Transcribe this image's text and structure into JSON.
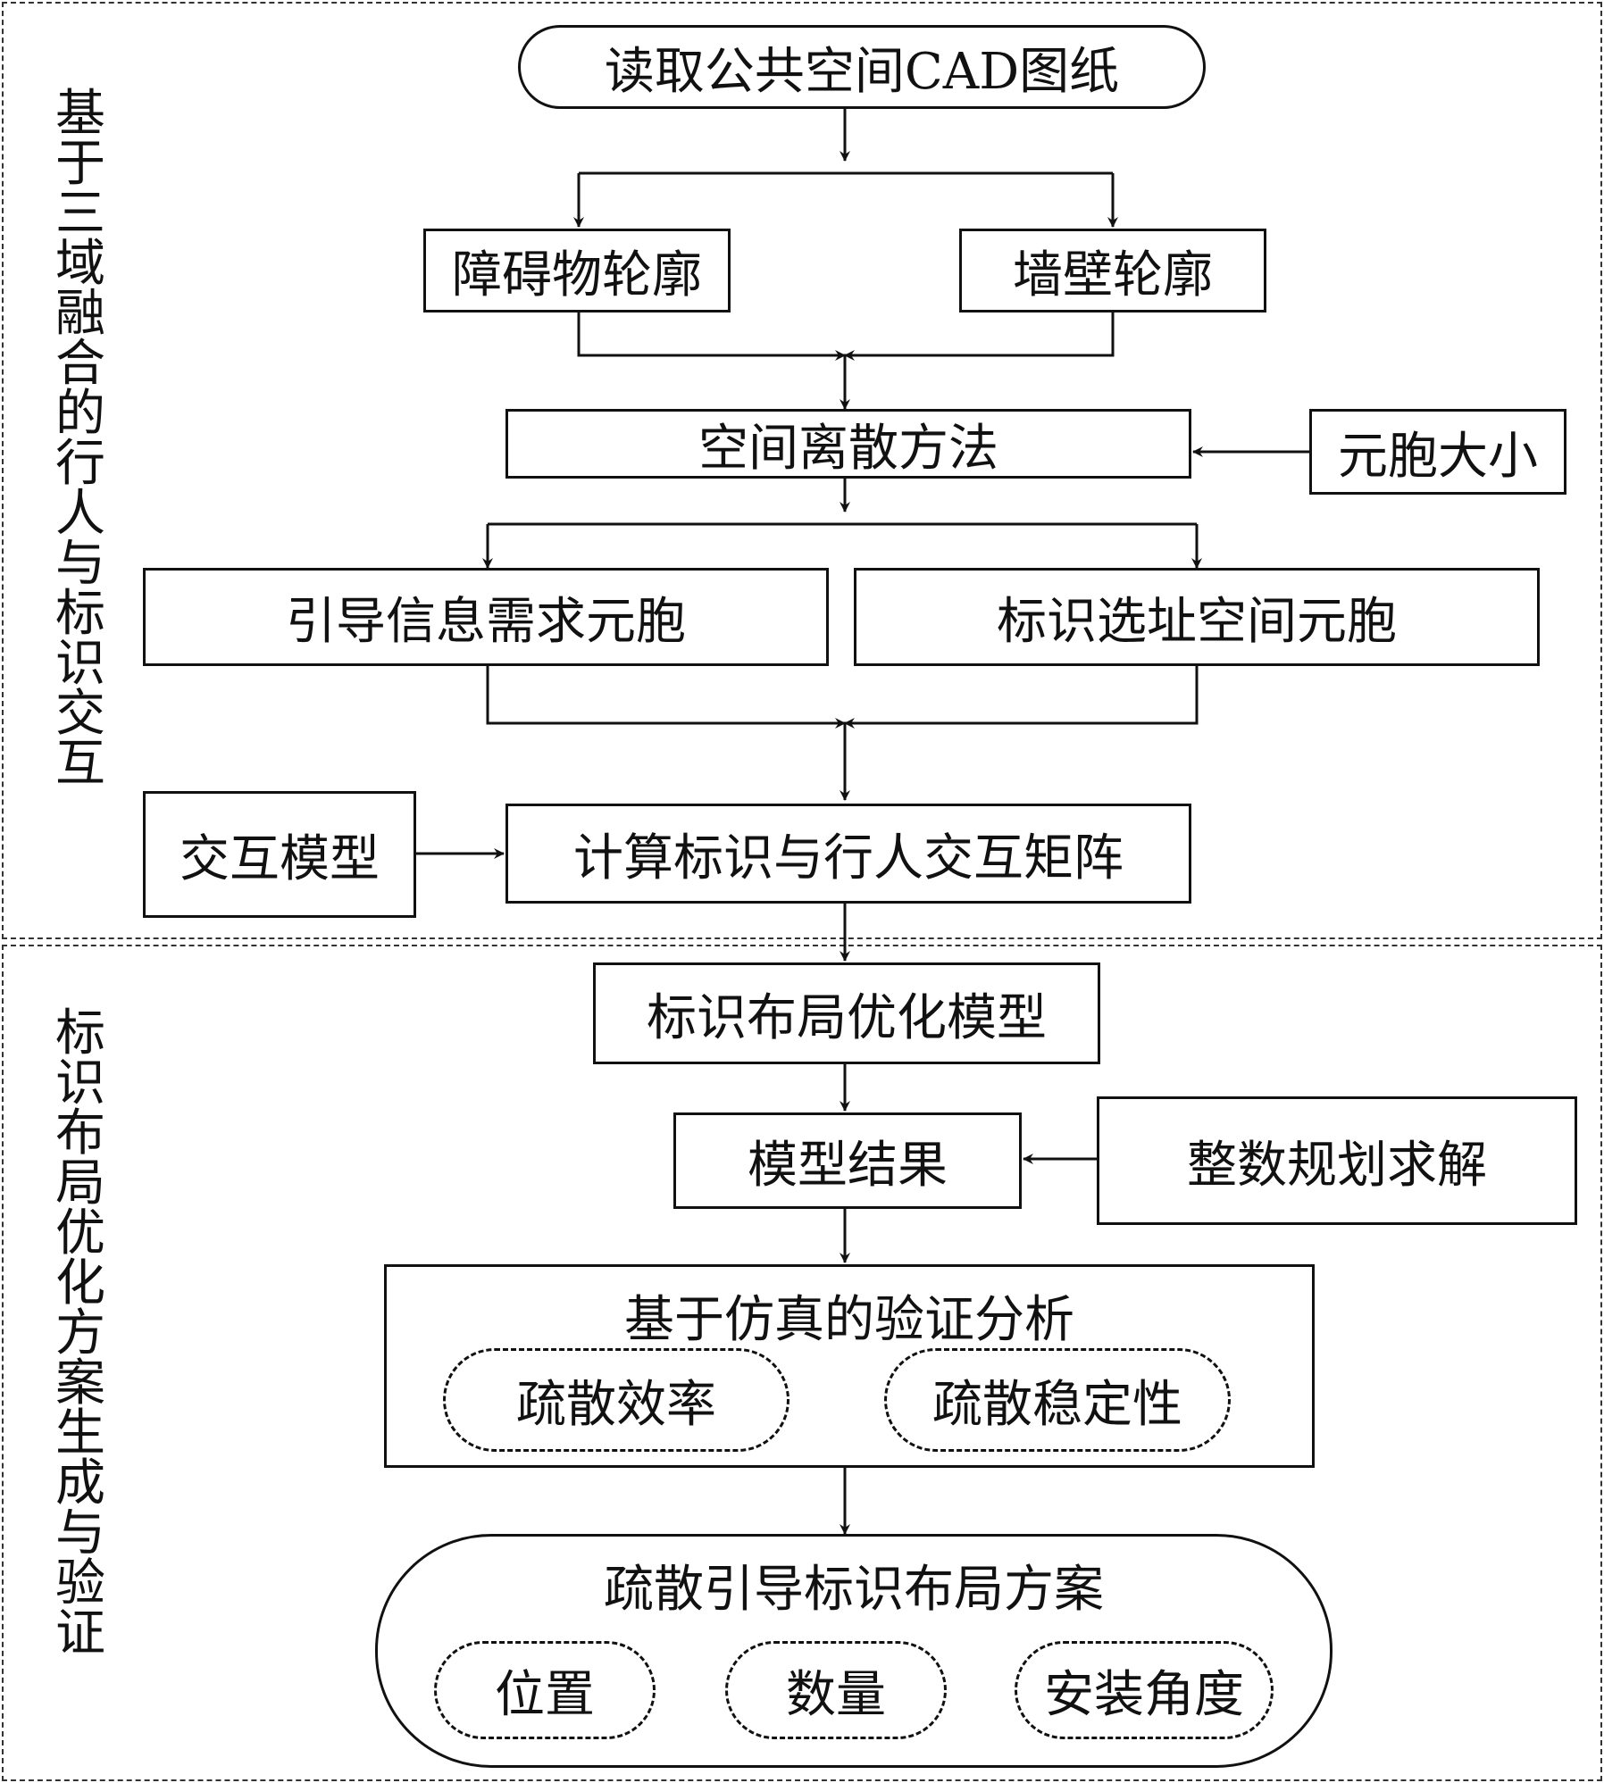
{
  "sections": {
    "top_label": "基于三域融合的行人与标识交互",
    "bottom_label": "标识布局优化方案生成与验证"
  },
  "nodes": {
    "read_cad": "读取公共空间CAD图纸",
    "obstacle_contour": "障碍物轮廓",
    "wall_contour": "墙壁轮廓",
    "space_discretization": "空间离散方法",
    "cell_size": "元胞大小",
    "guidance_demand_cell": "引导信息需求元胞",
    "sign_site_cell": "标识选址空间元胞",
    "interaction_model": "交互模型",
    "interaction_matrix": "计算标识与行人交互矩阵",
    "layout_model": "标识布局优化模型",
    "model_result": "模型结果",
    "integer_programming": "整数规划求解",
    "simulation_validation": "基于仿真的验证分析",
    "evac_efficiency": "疏散效率",
    "evac_stability": "疏散稳定性",
    "layout_plan": "疏散引导标识布局方案",
    "position": "位置",
    "quantity": "数量",
    "install_angle": "安装角度"
  }
}
